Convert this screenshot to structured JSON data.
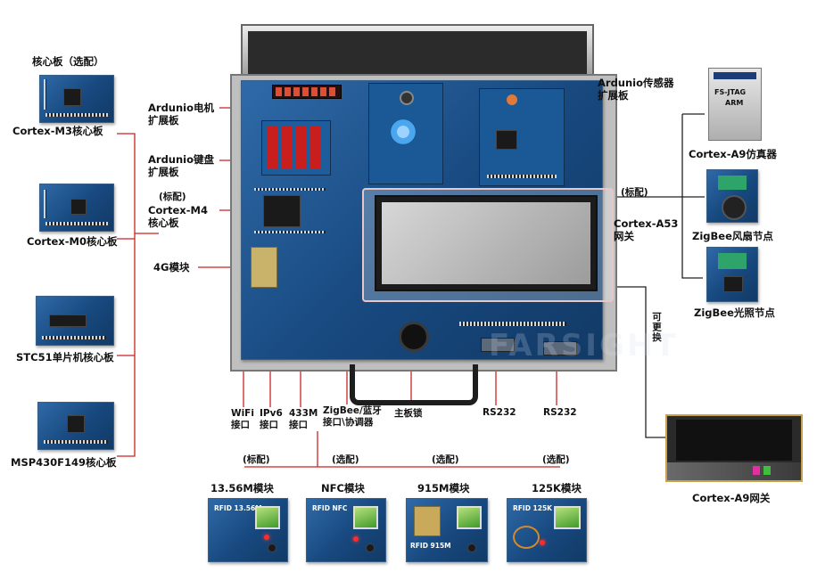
{
  "left_column": {
    "header": "核心板（选配）",
    "boards": [
      "Cortex-M3核心板",
      "Cortex-M0核心板",
      "STC51单片机核心板",
      "MSP430F149核心板"
    ]
  },
  "case_labels": {
    "motor_board": [
      "Ardunio电机",
      "扩展板"
    ],
    "keypad_board": [
      "Ardunio键盘",
      "扩展板"
    ],
    "m4_tag": "(标配)",
    "m4_board": [
      "Cortex-M4",
      "核心板"
    ],
    "module_4g": "4G模块",
    "sensor_board": [
      "Ardunio传感器",
      "扩展板"
    ],
    "a53_gateway": [
      "Cortex-A53",
      "网关"
    ],
    "bottom_interfaces": [
      [
        "WiFi",
        "接口"
      ],
      [
        "IPv6",
        "接口"
      ],
      [
        "433M",
        "接口"
      ],
      [
        "ZigBee/蓝牙",
        "接口\\协调器"
      ]
    ],
    "main_lock": "主板锁",
    "rs232_left": "RS232",
    "rs232_right": "RS232",
    "replaceable": "可更换"
  },
  "right_column": {
    "standard_tag": "(标配)",
    "emulator": "Cortex-A9仿真器",
    "emulator_device_text": [
      "FS-JTAG",
      "ARM"
    ],
    "fan_node": "ZigBee风扇节点",
    "light_node": "ZigBee光照节点",
    "a9_gateway": "Cortex-A9网关"
  },
  "rfid_modules": [
    {
      "tag": "(标配)",
      "name": "13.56M模块",
      "board_text": "RFID 13.56M"
    },
    {
      "tag": "(选配)",
      "name": "NFC模块",
      "board_text": "RFID NFC"
    },
    {
      "tag": "(选配)",
      "name": "915M模块",
      "board_text": "RFID 915M"
    },
    {
      "tag": "(选配)",
      "name": "125K模块",
      "board_text": "RFID 125K"
    }
  ],
  "watermark": "FARSIGHT",
  "colors": {
    "board_blue": "#1e5a96",
    "label_black": "#111111",
    "line_red": "#cc2222",
    "lcd_green": "#7ccf4a"
  }
}
